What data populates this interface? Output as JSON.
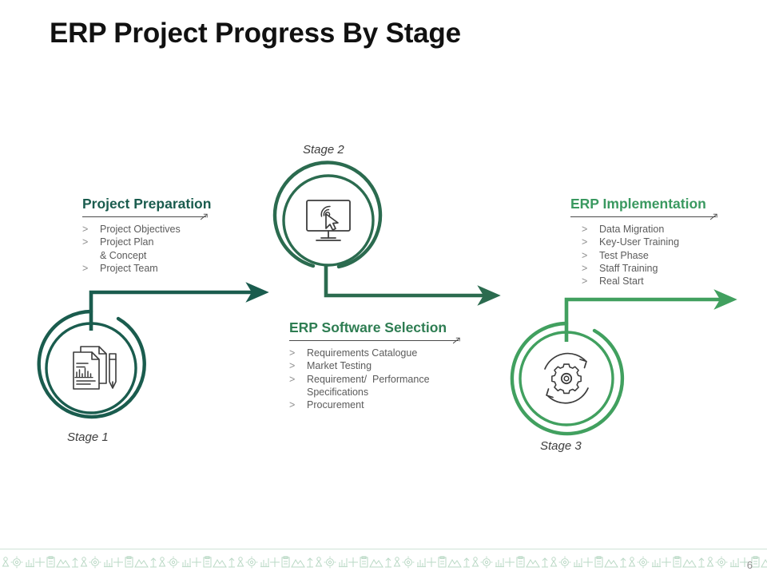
{
  "slide": {
    "title": "ERP Project Progress By Stage",
    "page_number": "6",
    "background": "#ffffff"
  },
  "colors": {
    "stage1_green": "#1a5c4e",
    "stage2_green": "#2b6b4f",
    "stage3_green": "#41a05f",
    "heading_dark": "#1a5c4e",
    "heading_mid": "#2e7d52",
    "heading_light": "#3a9960",
    "icon_gray": "#3c3c3c",
    "body_gray": "#5b5b5b",
    "bullet_gray": "#8c8c8c",
    "caption_gray": "#3d3d3d",
    "title_black": "#111111",
    "footer_band": "#cfe3d6"
  },
  "stages": [
    {
      "id": "stage-1",
      "caption": "Stage 1",
      "icon": "document-pen-icon",
      "ring_color": "#1a5c4e"
    },
    {
      "id": "stage-2",
      "caption": "Stage 2",
      "icon": "monitor-cursor-click-icon",
      "ring_color": "#2b6b4f"
    },
    {
      "id": "stage-3",
      "caption": "Stage 3",
      "icon": "gear-refresh-icon",
      "ring_color": "#41a05f"
    }
  ],
  "blocks": [
    {
      "id": "project-preparation",
      "heading": "Project Preparation",
      "heading_color": "#1a5c4e",
      "bullet_mark": ">",
      "items": [
        "Project Objectives",
        "Project Plan & Concept",
        "Project Team"
      ]
    },
    {
      "id": "erp-software-selection",
      "heading": "ERP Software Selection",
      "heading_color": "#2e7d52",
      "bullet_mark": ">",
      "items": [
        "Requirements Catalogue",
        "Market Testing",
        "Requirement/  Performance Specifications",
        "Procurement"
      ]
    },
    {
      "id": "erp-implementation",
      "heading": "ERP Implementation",
      "heading_color": "#3a9960",
      "bullet_mark": ">",
      "items": [
        "Data Migration",
        "Key-User Training",
        "Test Phase",
        "Staff Training",
        "Real Start"
      ]
    }
  ],
  "connectors": [
    {
      "id": "connector-stage1-to-stage2",
      "color": "#1a5c4e"
    },
    {
      "id": "connector-stage2-to-stage3",
      "color": "#2b6b4f"
    },
    {
      "id": "connector-stage3-to-end",
      "color": "#41a05f"
    }
  ],
  "footer": {
    "icon_strip": "repeating-business-icons",
    "page_number": "6"
  }
}
